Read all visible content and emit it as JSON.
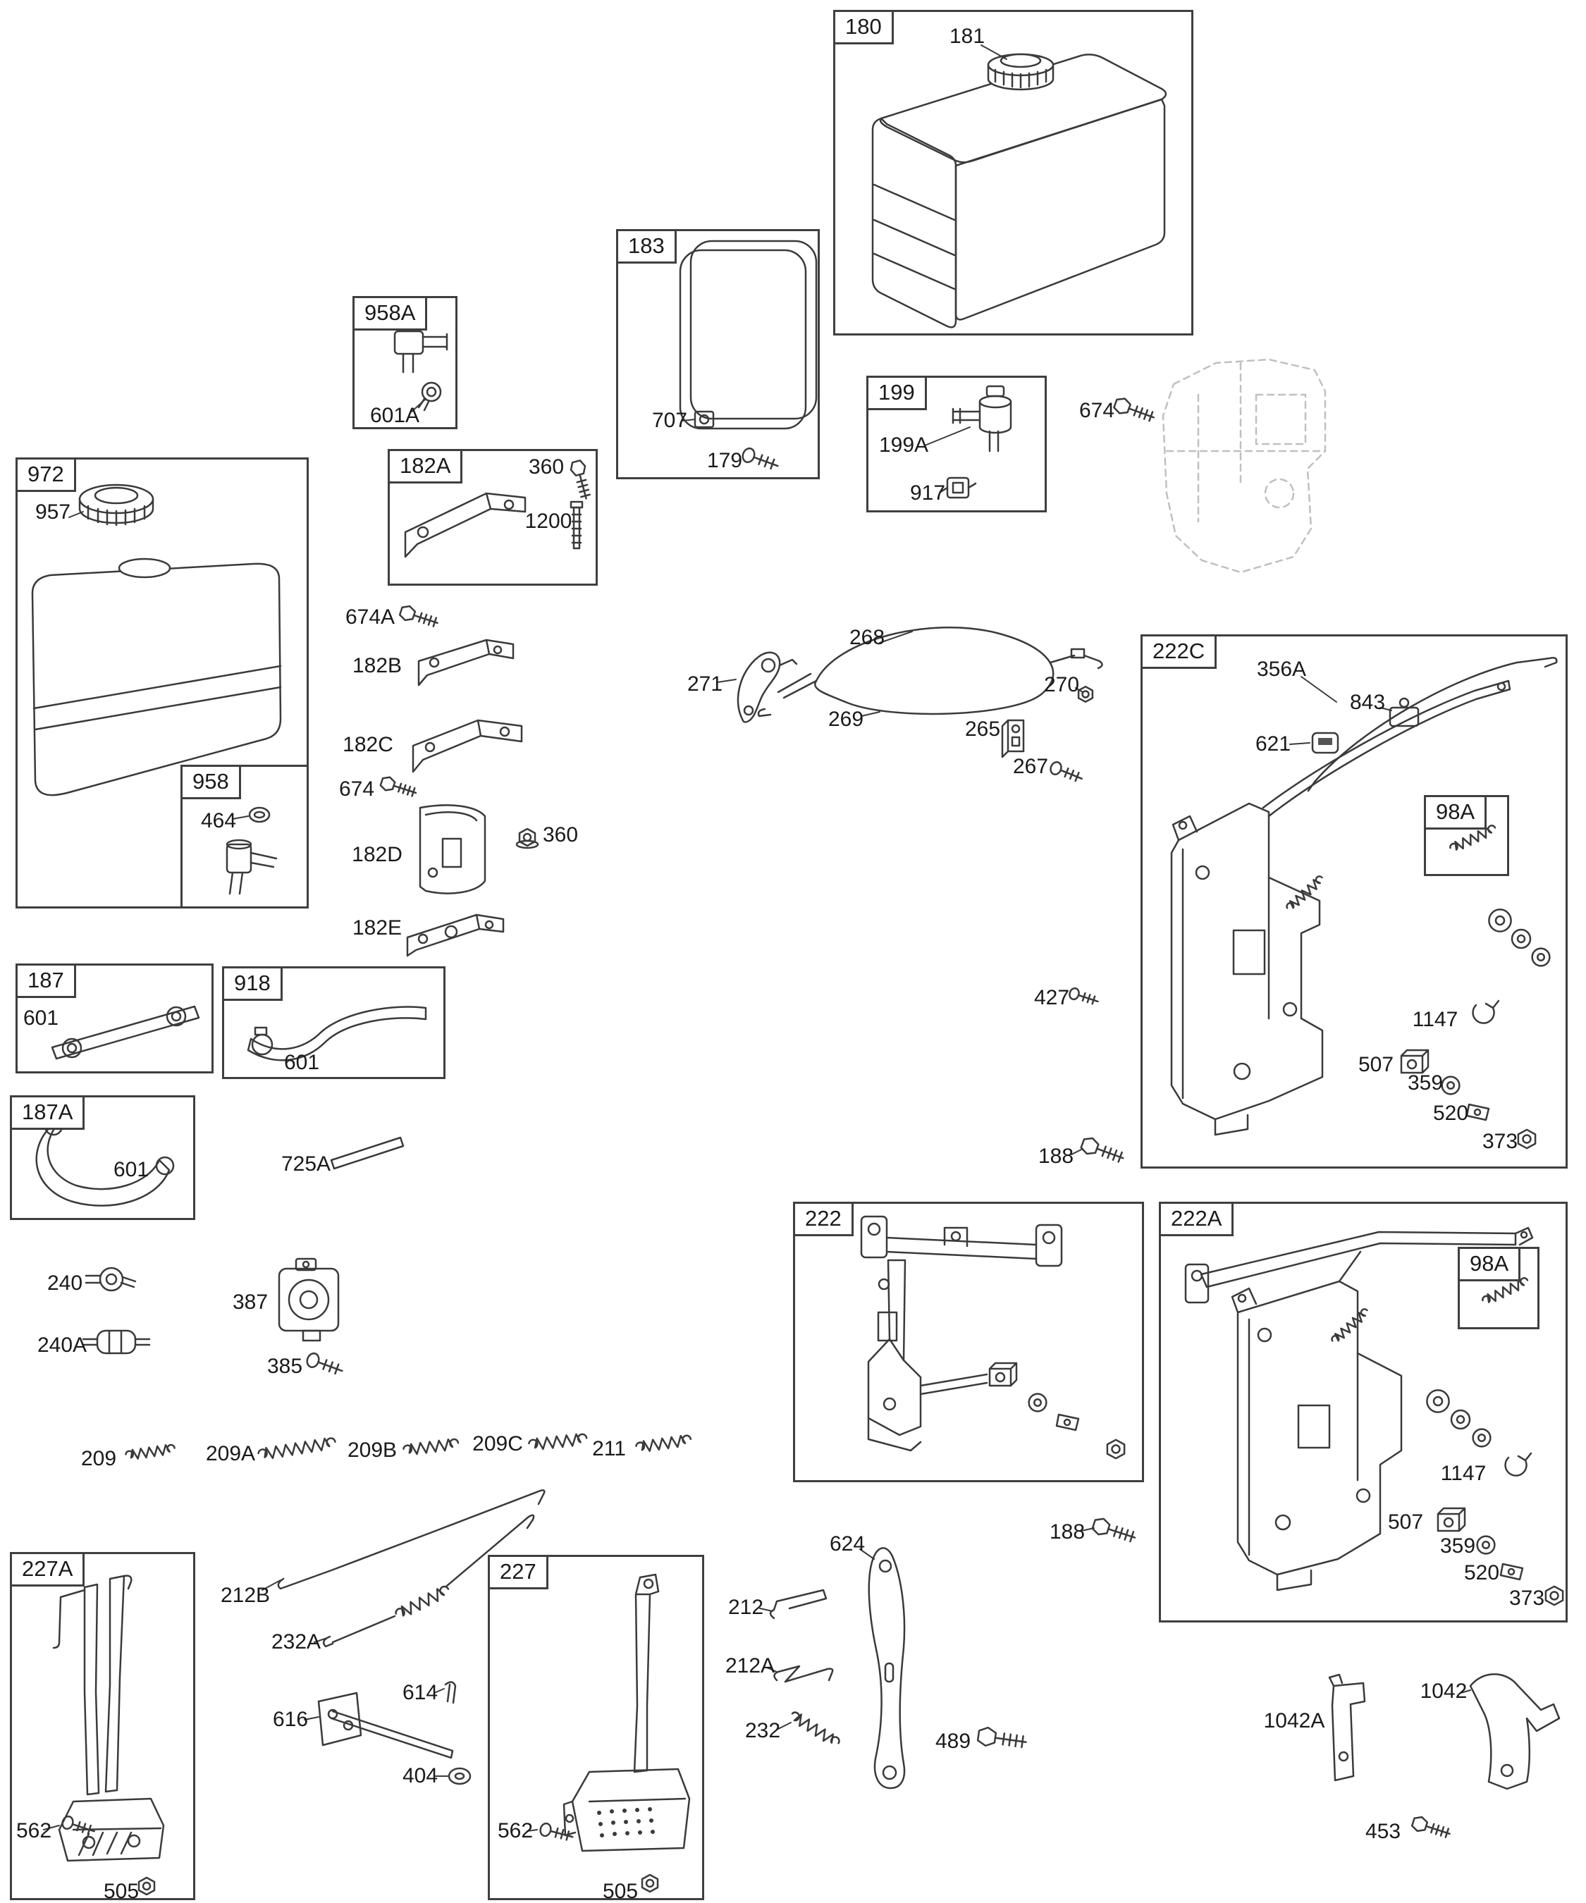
{
  "colors": {
    "line": "#3a3a3a",
    "ghost": "#c0c0c0"
  },
  "groups": {
    "g180": "180",
    "g183": "183",
    "g958a": "958A",
    "g972": "972",
    "g958": "958",
    "g182a": "182A",
    "g199": "199",
    "g222c": "222C",
    "g98a_1": "98A",
    "g187": "187",
    "g918": "918",
    "g187a": "187A",
    "g222": "222",
    "g222a": "222A",
    "g98a_2": "98A",
    "g227a": "227A",
    "g227": "227"
  },
  "callouts": {
    "c181": "181",
    "c707": "707",
    "c179": "179",
    "c601a": "601A",
    "c199a": "199A",
    "c917": "917",
    "c674_199": "674",
    "c957": "957",
    "c464": "464",
    "c360_182a": "360",
    "c1200": "1200",
    "c674a": "674A",
    "c182b": "182B",
    "c182c": "182C",
    "c674_182": "674",
    "c182d": "182D",
    "c360_182d": "360",
    "c182e": "182E",
    "c271": "271",
    "c268": "268",
    "c269": "269",
    "c270": "270",
    "c265": "265",
    "c267": "267",
    "c356a": "356A",
    "c843": "843",
    "c621": "621",
    "c427": "427",
    "c188_222c": "188",
    "c1147_222c": "1147",
    "c507_222c": "507",
    "c359_222c": "359",
    "c520_222c": "520",
    "c373_222c": "373",
    "c601_187": "601",
    "c601_918": "601",
    "c601_187a": "601",
    "c725a": "725A",
    "c240": "240",
    "c240a": "240A",
    "c387": "387",
    "c385": "385",
    "c209": "209",
    "c209a": "209A",
    "c209b": "209B",
    "c209c": "209C",
    "c211": "211",
    "c212b": "212B",
    "c232a": "232A",
    "c616": "616",
    "c614": "614",
    "c404": "404",
    "c624": "624",
    "c212": "212",
    "c212a": "212A",
    "c232": "232",
    "c489": "489",
    "c188_222": "188",
    "c1147_222a": "1147",
    "c507_222a": "507",
    "c359_222a": "359",
    "c520_222a": "520",
    "c373_222a": "373",
    "c1042a": "1042A",
    "c1042": "1042",
    "c453": "453",
    "c562_227a": "562",
    "c505_227a": "505",
    "c562_227": "562",
    "c505_227": "505"
  }
}
